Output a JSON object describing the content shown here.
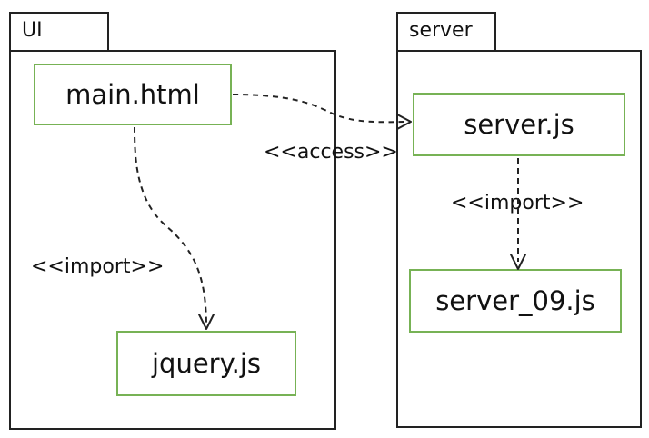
{
  "packages": {
    "ui": {
      "name": "UI"
    },
    "server": {
      "name": "server"
    }
  },
  "nodes": {
    "main_html": "main.html",
    "jquery_js": "jquery.js",
    "server_js": "server.js",
    "server_09_js": "server_09.js"
  },
  "edges": {
    "main_to_server": "<<access>>",
    "main_to_jquery": "<<import>>",
    "server_to_server09": "<<import>>"
  },
  "colors": {
    "node_border": "#77b255",
    "package_border": "#222222",
    "edge": "#222222"
  }
}
